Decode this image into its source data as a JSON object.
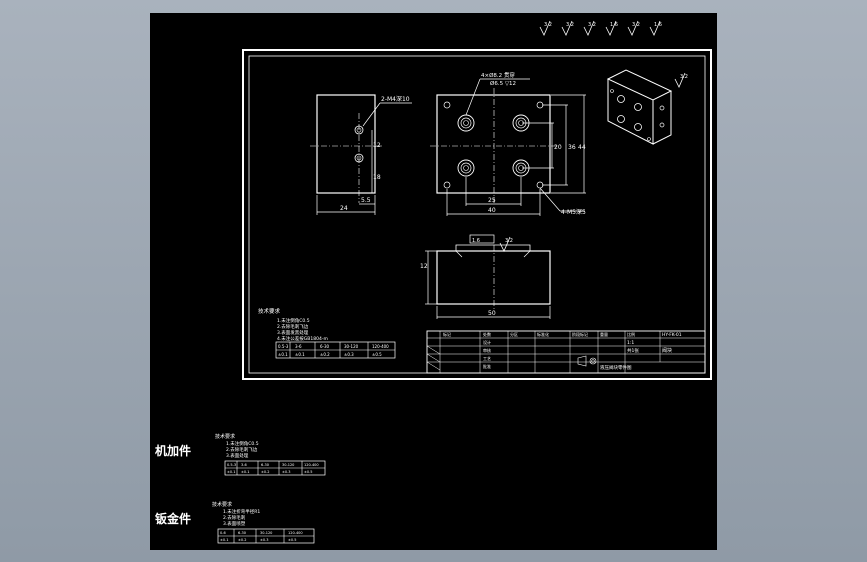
{
  "colors": {
    "background": "#9aa4ae",
    "drawing_area": "#000000",
    "lines": "#ffffff"
  },
  "roughness_header": {
    "marks": [
      "3.2",
      "3.2",
      "3.2",
      "1.6",
      "3.2",
      "1.6"
    ]
  },
  "left_view": {
    "hole_note": "2-M4深10",
    "dim_12": "12",
    "dim_18": "18",
    "dim_5_5": "5.5",
    "dim_24": "24"
  },
  "front_view": {
    "hole_note_top": "4×Ø8.2 贯穿",
    "hole_note_top_2": "Ø6.5 ▽12",
    "hole_note_bottom": "4-M5深5",
    "dim_20": "20",
    "dim_36": "36",
    "dim_44": "44",
    "dim_25": "25",
    "dim_40": "40"
  },
  "iso_view": {
    "roughness": "3.2"
  },
  "top_view": {
    "dim_12": "12",
    "dim_50": "50",
    "roughness": "3.2",
    "flatness": "1.6"
  },
  "notes": {
    "title": "技术要求",
    "lines": [
      "1.未注倒角C0.5",
      "2.去除毛刺飞边",
      "3.表面发黑处理",
      "4.未注公差按GB1804-m"
    ],
    "table_header": [
      "0.5-3",
      "3-6",
      "6-30",
      "30-120",
      "120-400"
    ],
    "table_values": [
      "±0.1",
      "±0.1",
      "±0.2",
      "±0.3",
      "±0.5"
    ]
  },
  "title_block": {
    "cells_left": [
      "标记",
      "处数",
      "分区",
      "设计",
      "审核",
      "工艺",
      "批准"
    ],
    "cells_mid": [
      "标准化",
      "阶段标记",
      "重量",
      "比例"
    ],
    "scale": "1:1",
    "sheet": "共1张",
    "part_name": "阀块",
    "drawing_no": "HY-FK-01",
    "company": "液压阀块零件图"
  },
  "side_labels": {
    "label_1": "机加件",
    "label_2": "钣金件"
  },
  "mach_notes": {
    "title": "技术要求",
    "lines": [
      "1.未注倒角C0.5",
      "2.去除毛刺飞边",
      "3.表面处理"
    ],
    "table_header": [
      "0.5-3",
      "3-6",
      "6-30",
      "30-120",
      "120-400"
    ],
    "table_values": [
      "±0.1",
      "±0.1",
      "±0.2",
      "±0.3",
      "±0.5"
    ]
  },
  "sheet_notes": {
    "title": "技术要求",
    "lines": [
      "1.未注折弯半径R1",
      "2.去除毛刺",
      "3.表面喷塑"
    ],
    "table_header": [
      "0-6",
      "6-30",
      "30-120",
      "120-400"
    ],
    "table_values": [
      "±0.1",
      "±0.2",
      "±0.3",
      "±0.5"
    ]
  }
}
